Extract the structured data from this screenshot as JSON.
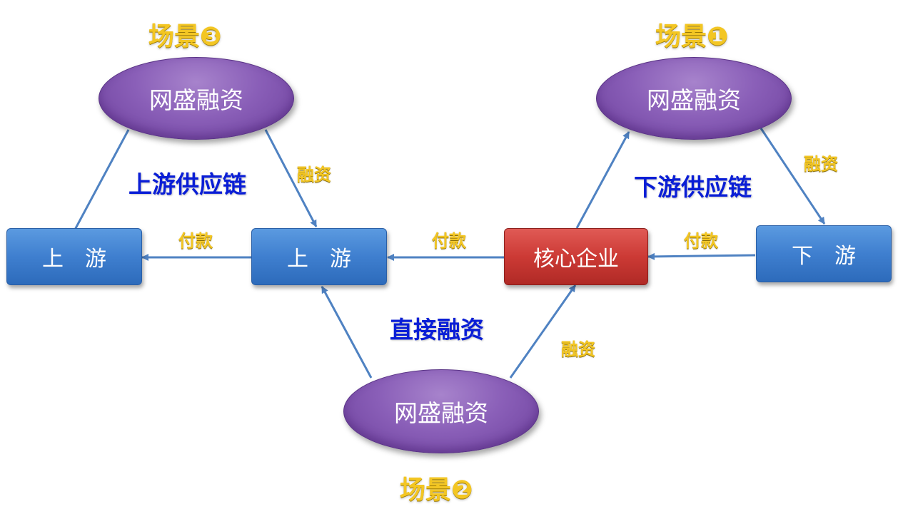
{
  "scenes": {
    "scene3": "场景❸",
    "scene1": "场景❶",
    "scene2": "场景❷"
  },
  "ovals": {
    "left": "网盛融资",
    "right": "网盛融资",
    "bottom": "网盛融资"
  },
  "boxes": {
    "upstream_far": "上　游",
    "upstream_near": "上　游",
    "core": "核心企业",
    "downstream": "下　游"
  },
  "flows": {
    "pay_left": "付款",
    "pay_mid": "付款",
    "pay_right": "付款",
    "finance_left": "融资",
    "finance_right": "融资",
    "finance_bottom": "融资"
  },
  "chains": {
    "upstream": "上游供应链",
    "downstream": "下游供应链",
    "direct": "直接融资"
  },
  "colors": {
    "oval": "#8a5fb8",
    "box": "#3f7fcf",
    "core": "#cc3a35",
    "arrow": "#4f82c2",
    "scene_text": "#f3c623",
    "chain_text": "#0a1ed6"
  }
}
